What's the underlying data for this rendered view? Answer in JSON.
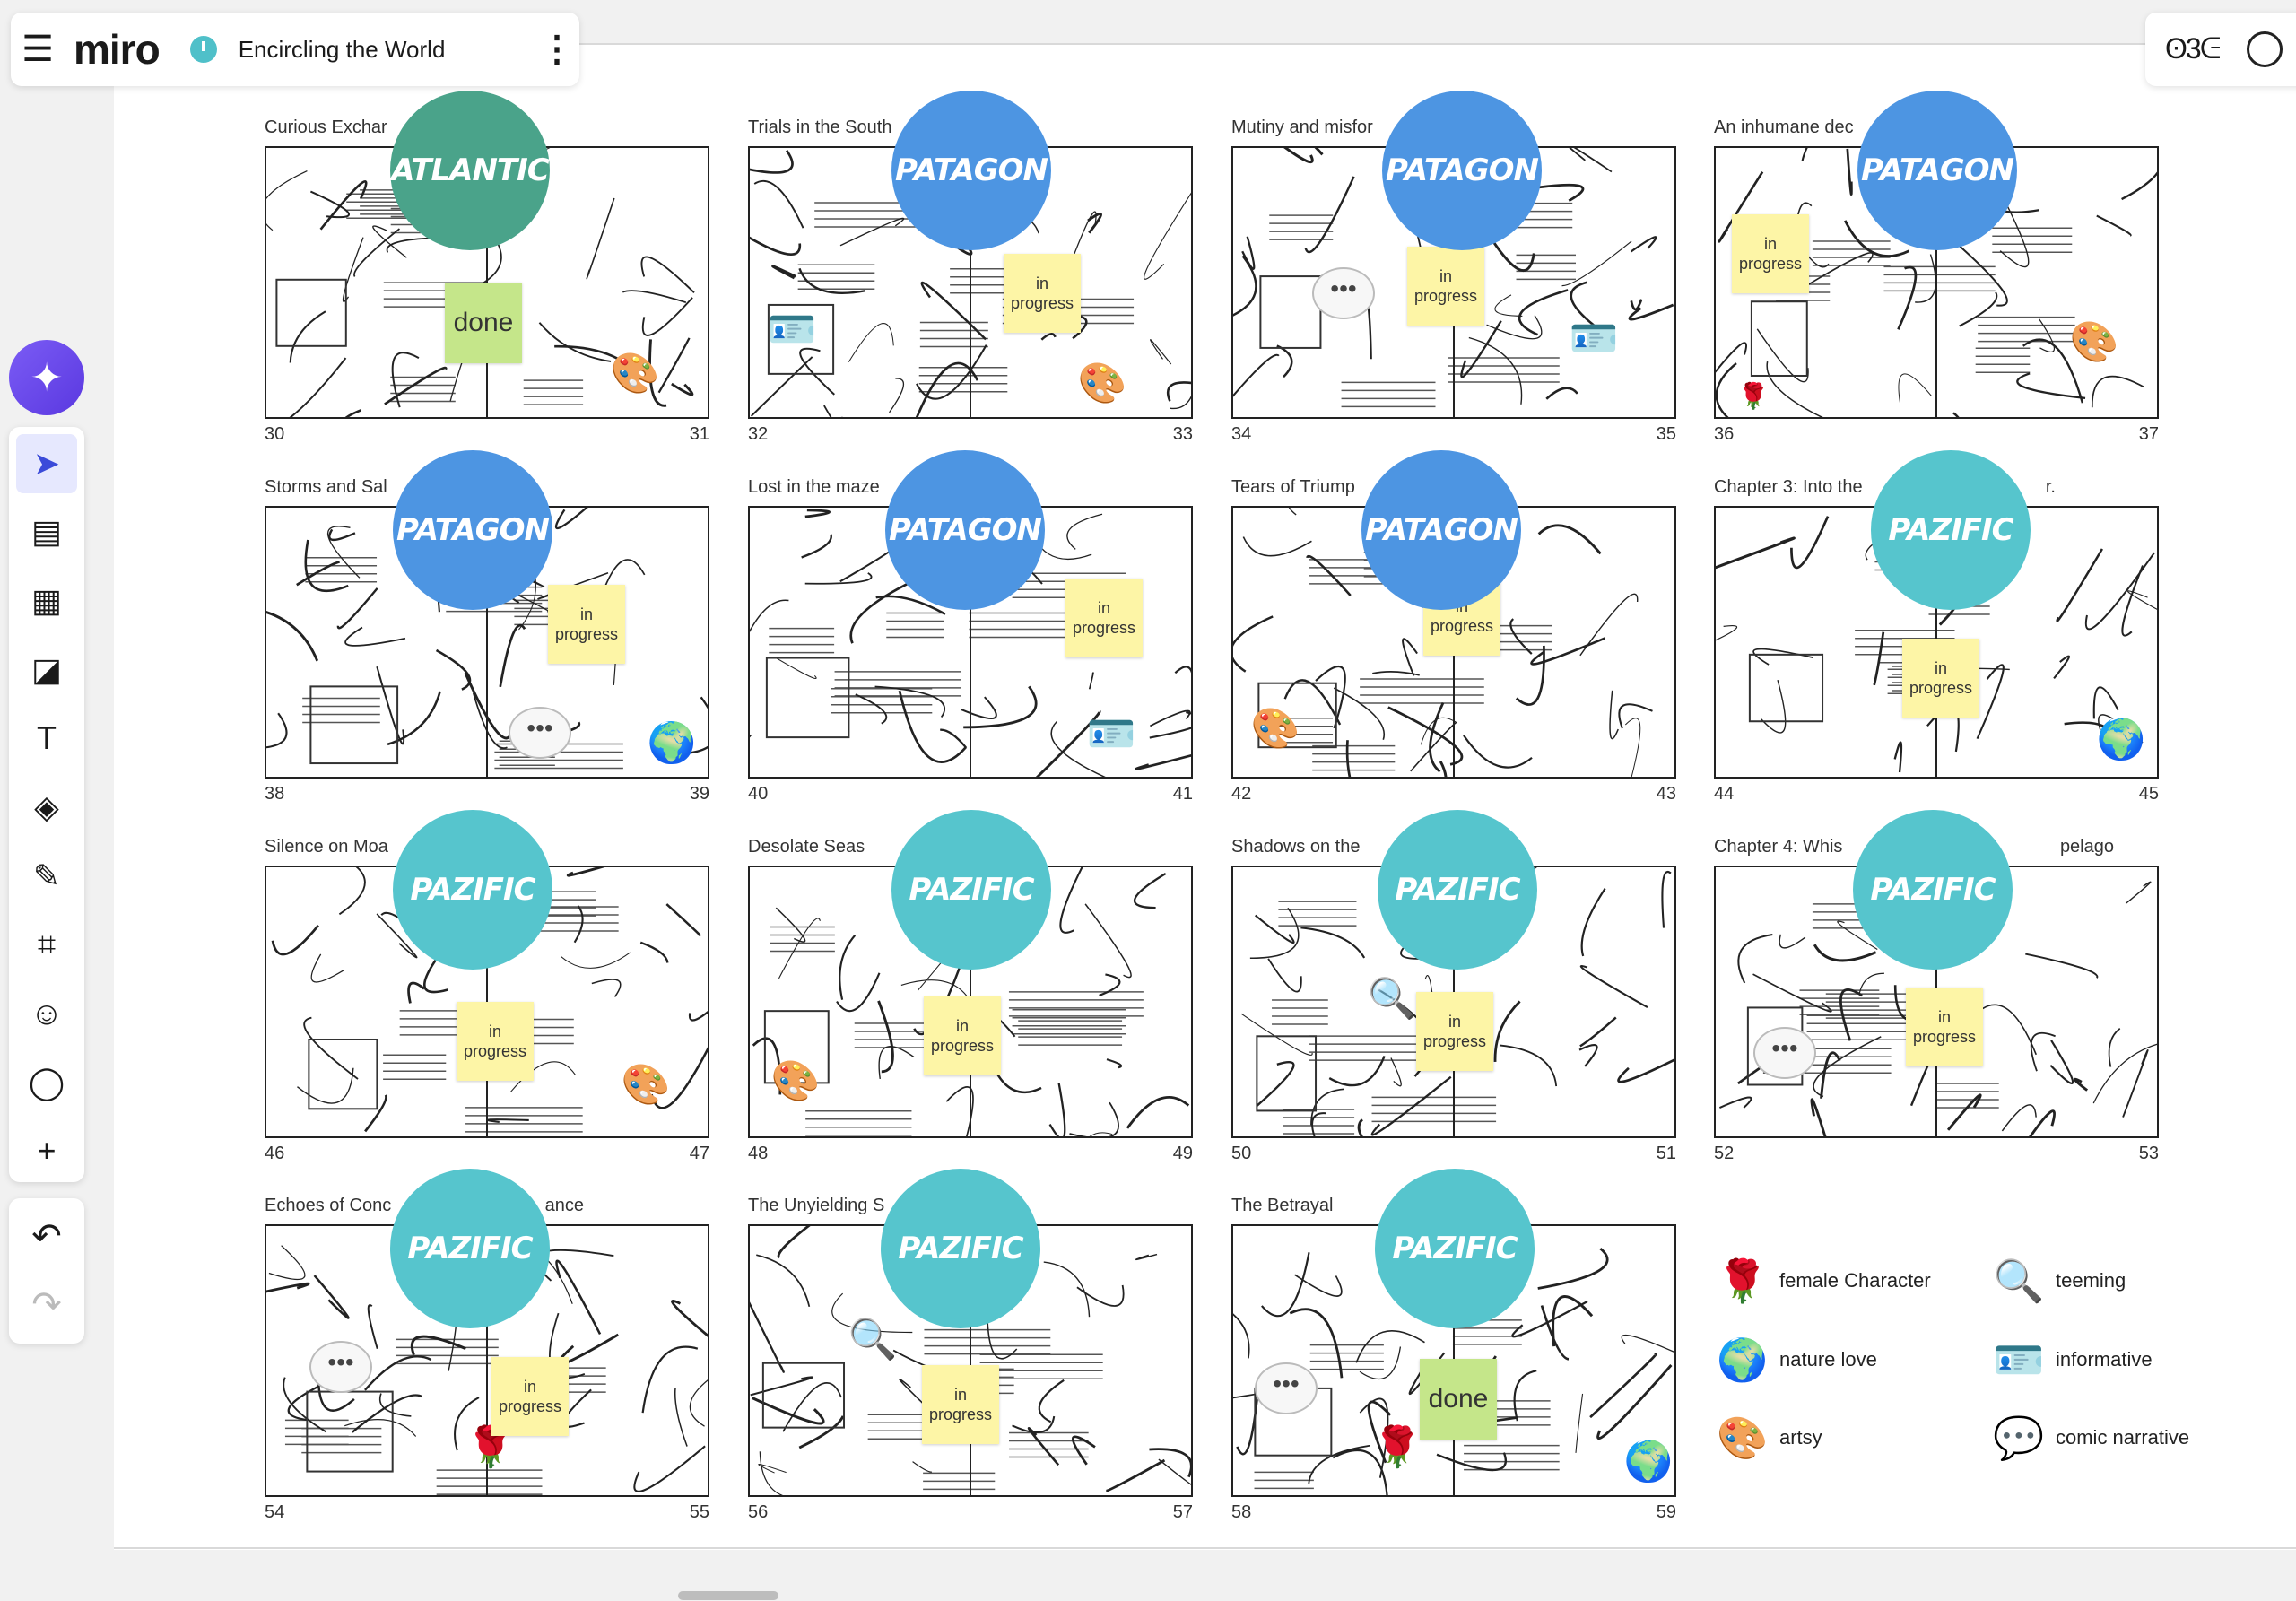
{
  "app": {
    "logo": "miro",
    "board_title": "Encircling the World",
    "reactions": "ʘ3ᕮ"
  },
  "legend": [
    {
      "icon": "rose-icon",
      "glyph": "🌹",
      "label": "female Character"
    },
    {
      "icon": "magnifier-icon",
      "glyph": "🔍",
      "label": "teeming"
    },
    {
      "icon": "globe-icon",
      "glyph": "🌍",
      "label": "nature love"
    },
    {
      "icon": "id-badge-icon",
      "glyph": "🪪",
      "label": "informative"
    },
    {
      "icon": "palette-icon",
      "glyph": "🎨",
      "label": "artsy"
    },
    {
      "icon": "speech-bubble-icon",
      "glyph": "💬",
      "label": "comic narrative"
    }
  ],
  "spreads": [
    {
      "caption": "Curious Exchar",
      "region": "ATLANTIC",
      "status": "done",
      "left_page": "30",
      "right_page": "31",
      "color": "atl"
    },
    {
      "caption": "Trials in the South",
      "region": "PATAGON",
      "status": "in progress",
      "left_page": "32",
      "right_page": "33",
      "color": "pat"
    },
    {
      "caption": "Mutiny and misfor",
      "region": "PATAGON",
      "status": "in progress",
      "left_page": "34",
      "right_page": "35",
      "color": "pat"
    },
    {
      "caption": "An inhumane dec",
      "region": "PATAGON",
      "status": "in progress",
      "left_page": "36",
      "right_page": "37",
      "color": "pat"
    },
    {
      "caption": "Storms and Sal",
      "region": "PATAGON",
      "status": "in progress",
      "left_page": "38",
      "right_page": "39",
      "color": "pat"
    },
    {
      "caption": "Lost in the maze",
      "region": "PATAGON",
      "status": "in progress",
      "left_page": "40",
      "right_page": "41",
      "color": "pat"
    },
    {
      "caption": "Tears of Triump",
      "region": "PATAGON",
      "status": "in progress",
      "left_page": "42",
      "right_page": "43",
      "color": "pat"
    },
    {
      "caption": "Chapter 3: Into the",
      "caption_tail": "r.",
      "region": "PAZIFIC",
      "status": "in progress",
      "left_page": "44",
      "right_page": "45",
      "color": "paz"
    },
    {
      "caption": "Silence on Moa",
      "region": "PAZIFIC",
      "status": "in progress",
      "left_page": "46",
      "right_page": "47",
      "color": "paz"
    },
    {
      "caption": "Desolate Seas",
      "region": "PAZIFIC",
      "status": "in progress",
      "left_page": "48",
      "right_page": "49",
      "color": "paz"
    },
    {
      "caption": "Shadows on the",
      "region": "PAZIFIC",
      "status": "in progress",
      "left_page": "50",
      "right_page": "51",
      "color": "paz"
    },
    {
      "caption": "Chapter 4: Whis",
      "caption_tail": "pelago",
      "region": "PAZIFIC",
      "status": "in progress",
      "left_page": "52",
      "right_page": "53",
      "color": "paz"
    },
    {
      "caption": "Echoes of Conc",
      "caption_tail": "ance",
      "region": "PAZIFIC",
      "status": "in progress",
      "left_page": "54",
      "right_page": "55",
      "color": "paz"
    },
    {
      "caption": "The Unyielding S",
      "region": "PAZIFIC",
      "status": "in progress",
      "left_page": "56",
      "right_page": "57",
      "color": "paz"
    },
    {
      "caption": "The Betrayal",
      "region": "PAZIFIC",
      "status": "done",
      "left_page": "58",
      "right_page": "59",
      "color": "paz"
    }
  ]
}
